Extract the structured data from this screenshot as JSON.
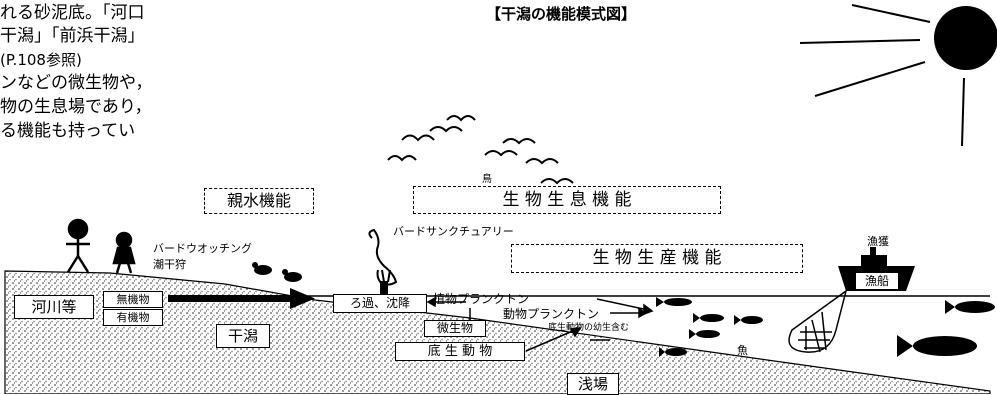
{
  "intro_lines": [
    "れる砂泥底。「河口",
    "干潟」「前浜干潟」",
    "(P.108参照)",
    "ンなどの微生物や，",
    "物の生息場であり，",
    "る機能も持ってい"
  ],
  "figure_title": "【干潟の機能模式図】",
  "functions": {
    "shinsui": "親水機能",
    "seibutsu_seisoku": "生 物 生 息 機 能",
    "seibutsu_seisan": "生 物 生 産 機 能"
  },
  "labels": {
    "tori": "鳥",
    "bird_watching": "バードウオッチング",
    "shiohigari": "潮干狩",
    "bird_sanctuary": "バードサンクチュアリー",
    "gyokaku": "漁獲",
    "gyosen": "漁船",
    "kasen": "河川等",
    "mukibutsu": "無機物",
    "yukibutsu": "有機物",
    "higata": "干潟",
    "roka": "ろ過、沈降",
    "shokubutsu_plankton": "植物プランクトン",
    "doubutsu_plankton": "動物プランクトン",
    "teisei_larvae": "底生動物の幼生含む",
    "biseibutsu": "微生物",
    "teisei_doubutsu": "底 生 動 物",
    "sakana": "魚",
    "asaba": "浅場"
  },
  "colors": {
    "ink": "#000000",
    "sediment": "#9a9a9a",
    "paper": "#ffffff"
  }
}
